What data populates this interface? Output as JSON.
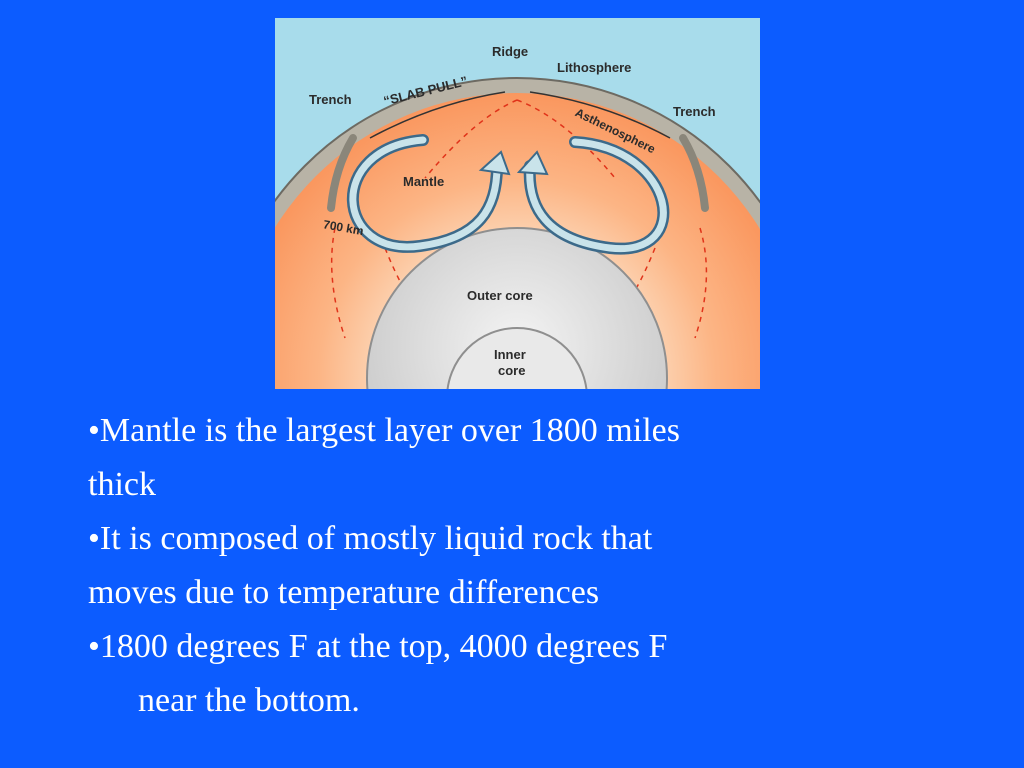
{
  "diagram": {
    "labels": {
      "ridge": "Ridge",
      "lithosphere": "Lithosphere",
      "slab_pull": "“SLAB PULL”",
      "trench_left": "Trench",
      "trench_right": "Trench",
      "asthenosphere": "Asthenosphere",
      "mantle": "Mantle",
      "depth": "700 km",
      "outer_core": "Outer core",
      "inner_core_1": "Inner",
      "inner_core_2": "core"
    },
    "colors": {
      "ocean": "#a8dceb",
      "crust": "#b8b3a6",
      "mantle_outer": "#f98b50",
      "mantle_inner": "#fcc9a2",
      "core": "#dcdcdc",
      "arrow": "#e0331a",
      "convection_arrow_stroke": "#3c6a8a",
      "convection_arrow_fill": "#c9e3ea"
    }
  },
  "bullets": [
    {
      "lines": [
        "•Mantle is the largest layer over 1800 miles",
        "thick"
      ]
    },
    {
      "lines": [
        "•It is composed of mostly liquid rock that",
        "moves due to temperature differences"
      ]
    },
    {
      "lines": [
        "•1800 degrees F at the top, 4000 degrees F",
        "near the bottom."
      ],
      "indent_second": true
    }
  ]
}
